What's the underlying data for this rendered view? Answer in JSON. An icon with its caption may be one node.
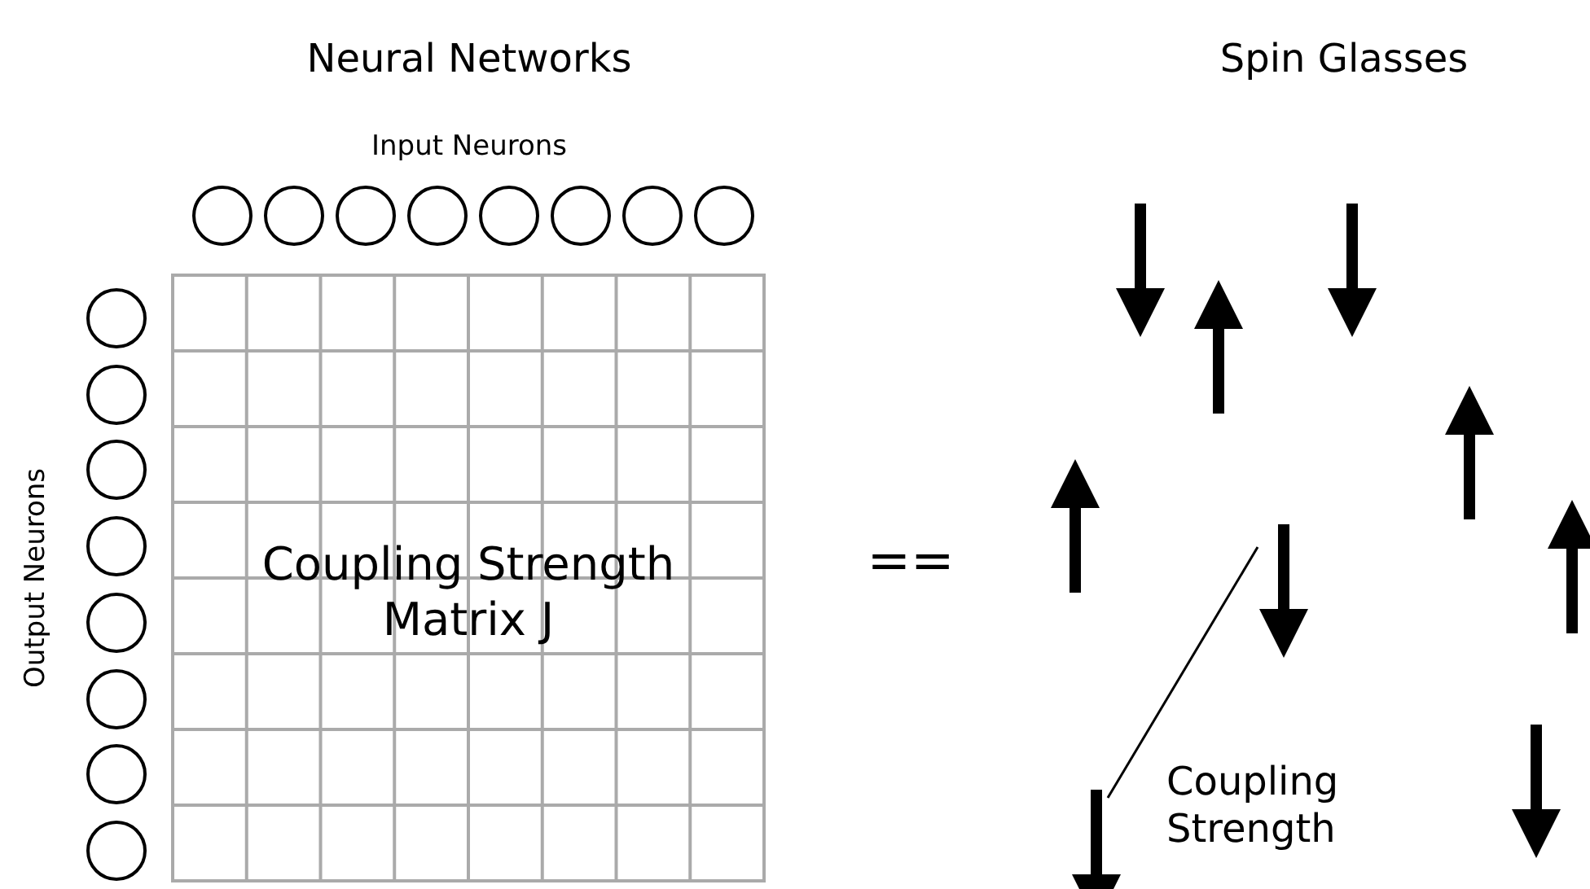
{
  "diagram": {
    "nodes": [
      {
        "text": [],
        "shape": "circle"
      },
      {
        "text": [],
        "shape": "circle"
      },
      {
        "text": [],
        "shape": "circle"
      },
      {
        "text": [],
        "shape": "circle"
      },
      {
        "text": [],
        "shape": "circle"
      },
      {
        "text": [],
        "shape": "circle"
      },
      {
        "text": [],
        "shape": "circle"
      },
      {
        "text": [],
        "shape": "circle"
      },
      {
        "text": [],
        "shape": "circle"
      },
      {
        "text": [],
        "shape": "circle"
      },
      {
        "text": [],
        "shape": "circle"
      },
      {
        "text": [],
        "shape": "circle"
      },
      {
        "text": [],
        "shape": "circle"
      },
      {
        "text": [],
        "shape": "circle"
      },
      {
        "text": [],
        "shape": "circle"
      },
      {
        "text": [],
        "shape": "circle"
      },
      {
        "text": [
          "Coupling Strength Matrix J"
        ]
      },
      {
        "text": [],
        "shape": "arrow"
      },
      {
        "text": [],
        "shape": "arrow"
      },
      {
        "text": [],
        "shape": "arrow"
      },
      {
        "text": [],
        "shape": "arrow"
      },
      {
        "text": [],
        "shape": "arrow"
      },
      {
        "text": [],
        "shape": "arrow"
      },
      {
        "text": [],
        "shape": "arrow"
      },
      {
        "text": [],
        "shape": "arrow"
      },
      {
        "text": [],
        "shape": "arrow"
      }
    ],
    "edges": [
      {
        "from": 23,
        "to": 25,
        "arrow": "none",
        "label": "Coupling Strength"
      }
    ],
    "labels": [
      "Neural Networks",
      "Spin Glasses",
      "Input Neurons",
      "Output Neurons",
      "=="
    ]
  }
}
